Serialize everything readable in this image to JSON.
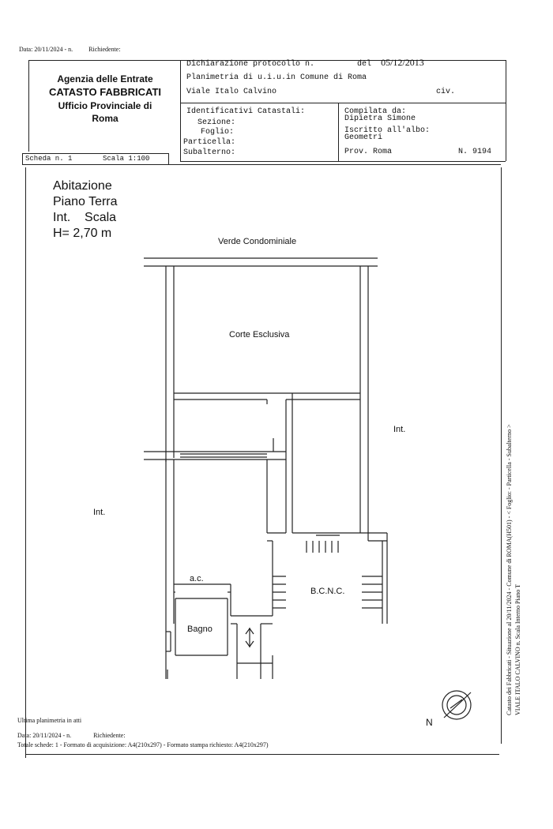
{
  "top_meta": {
    "date": "Data: 20/11/2024 - n.",
    "requester": "Richiedente:"
  },
  "agency": {
    "name": "Agenzia delle Entrate",
    "office": "CATASTO FABBRICATI",
    "provincial": "Ufficio Provinciale di",
    "city": "Roma"
  },
  "header": {
    "protocol": "Dichiarazione protocollo n.",
    "protocol_del": "del",
    "protocol_date": "05/12/2013",
    "plan_title": "Planimetria di u.i.u.in Comune di Roma",
    "address": "Viale Italo Calvino",
    "civ": "civ.",
    "ident_title": "Identificativi Catastali:",
    "sezione": "Sezione:",
    "foglio": "Foglio:",
    "particella": "Particella:",
    "subalterno": "Subalterno:",
    "compiled_by": "Compilata da:",
    "compiler_name": "Dipietra Simone",
    "registered": "Iscritto all'albo:",
    "profession": "Geometri",
    "province": "Prov. Roma",
    "number": "N. 9194"
  },
  "sheet": {
    "scheda": "Scheda n. 1",
    "scala": "Scala 1:100"
  },
  "plan": {
    "title_1": "Abitazione",
    "title_2": "Piano Terra",
    "title_3_a": "Int.",
    "title_3_b": "Scala",
    "title_4": "H= 2,70 m",
    "verde": "Verde Condominiale",
    "corte": "Corte Esclusiva",
    "int_right": "Int.",
    "int_left": "Int.",
    "ac": "a.c.",
    "bagno": "Bagno",
    "bcnc": "B.C.N.C.",
    "north": "N"
  },
  "side": {
    "line1": "Catasto dei Fabbricati - Situazione al 20/11/2024 - Comune di ROMA(H501) - < Foglio: - Particella - Subalterno >",
    "line2": "VIALE ITALO CALVINO n. Scala Interno Piano T"
  },
  "footer": {
    "last_plan": "Ultima planimetria in atti",
    "date": "Data: 20/11/2024 - n.",
    "requester": "Richiedente:",
    "totals": "Totale schede: 1 - Formato di acquisizione: A4(210x297) - Formato stampa richiesto: A4(210x297)"
  }
}
